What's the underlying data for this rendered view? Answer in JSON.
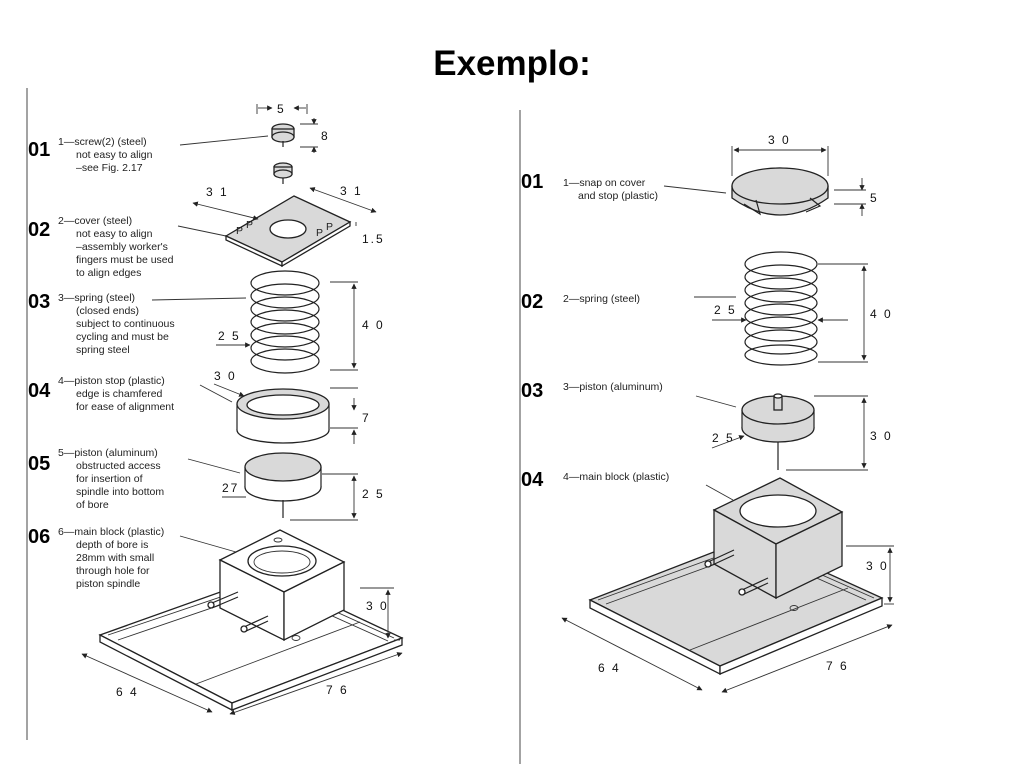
{
  "title": "Exemplo:",
  "left": {
    "items": [
      {
        "num": "01",
        "lines": [
          "1—screw(2) (steel)",
          "not easy to align",
          "–see Fig. 2.17"
        ]
      },
      {
        "num": "02",
        "lines": [
          "2—cover (steel)",
          "not easy to align",
          "–assembly worker's",
          "fingers must be used",
          "to align edges"
        ]
      },
      {
        "num": "03",
        "lines": [
          "3—spring (steel)",
          "(closed ends)",
          "subject to continuous",
          "cycling and must be",
          "spring steel"
        ]
      },
      {
        "num": "04",
        "lines": [
          "4—piston stop (plastic)",
          "edge is chamfered",
          "for ease of alignment"
        ]
      },
      {
        "num": "05",
        "lines": [
          "5—piston (aluminum)",
          "obstructed access",
          "for insertion of",
          "spindle into bottom",
          "of bore"
        ]
      },
      {
        "num": "06",
        "lines": [
          "6—main block (plastic)",
          "depth of bore is",
          "28mm with small",
          "through hole for",
          "piston spindle"
        ]
      }
    ],
    "dims": {
      "screw_w": "5",
      "screw_h": "8",
      "cover_a": "3 1",
      "cover_b": "3 1",
      "cover_t": "1.5",
      "spring_d": "2 5",
      "spring_h": "4 0",
      "stop_d": "3 0",
      "stop_h": "7",
      "piston_d": "27",
      "piston_h": "2 5",
      "block_h": "3 0",
      "base_w": "6 4",
      "base_l": "7 6"
    },
    "cover_marks": [
      "P",
      "P",
      "P",
      "P"
    ]
  },
  "right": {
    "items": [
      {
        "num": "01",
        "lines": [
          "1—snap on cover",
          "and stop (plastic)"
        ]
      },
      {
        "num": "02",
        "lines": [
          "2—spring (steel)"
        ]
      },
      {
        "num": "03",
        "lines": [
          "3—piston (aluminum)"
        ]
      },
      {
        "num": "04",
        "lines": [
          "4—main block (plastic)"
        ]
      }
    ],
    "dims": {
      "cover_d": "3 0",
      "cover_h": "5",
      "spring_d": "2 5",
      "spring_h": "4 0",
      "piston_d": "2 5",
      "piston_h": "3 0",
      "block_h": "3 0",
      "base_w": "6 4",
      "base_l": "7 6"
    }
  }
}
